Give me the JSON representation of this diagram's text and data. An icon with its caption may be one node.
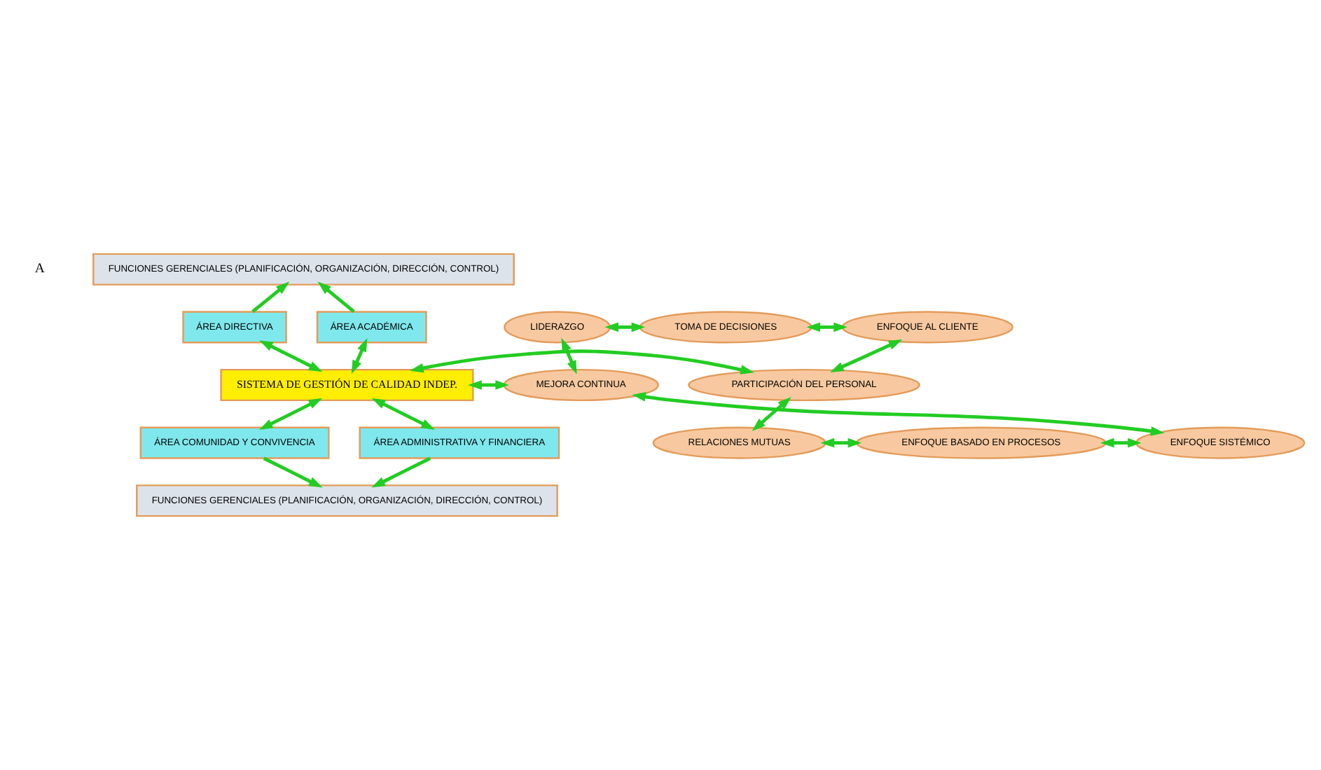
{
  "diagram": {
    "nodes": [
      {
        "text": [
          "LIDERAZGO"
        ]
      },
      {
        "text": [
          "TOMA DE DECISIONES"
        ]
      },
      {
        "text": [
          "ENFOQUE AL CLIENTE"
        ]
      },
      {
        "text": [
          "FUNCIONES GERENCIALES (PLANIFICACIÓN, ORGANIZACIÓN, DIRECCIÓN, CONTROL)"
        ]
      },
      {
        "text": [
          "ÁREA DIRECTIVA"
        ]
      },
      {
        "text": [
          "ÁREA ACADÉMICA"
        ]
      },
      {
        "text": [
          "MEJORA CONTINUA"
        ]
      },
      {
        "text": [
          "SISTEMA DE GESTIÓN DE CALIDAD INDEP."
        ]
      },
      {
        "text": [
          "PARTICIPACIÓN DEL PERSONAL"
        ]
      },
      {
        "text": [
          "ÁREA ADMINISTRATIVA Y FINANCIERA"
        ]
      },
      {
        "text": [
          "ÁREA COMUNIDAD Y CONVIVENCIA"
        ]
      },
      {
        "text": [
          "FUNCIONES GERENCIALES (PLANIFICACIÓN, ORGANIZACIÓN, DIRECCIÓN, CONTROL)"
        ]
      },
      {
        "text": [
          "ENFOQUE SISTÉMICO"
        ]
      },
      {
        "text": [
          "ENFOQUE BASADO EN PROCESOS"
        ]
      },
      {
        "text": [
          "RELACIONES MUTUAS"
        ]
      }
    ],
    "edges": [
      {
        "from": 0,
        "to": 1,
        "arrow": "both"
      },
      {
        "from": 1,
        "to": 2,
        "arrow": "both"
      },
      {
        "from": 2,
        "to": 8,
        "arrow": "both"
      },
      {
        "from": 8,
        "to": 14,
        "arrow": "both"
      },
      {
        "from": 14,
        "to": 13,
        "arrow": "both"
      },
      {
        "from": 13,
        "to": 12,
        "arrow": "both"
      },
      {
        "from": 12,
        "to": 6,
        "arrow": "both"
      },
      {
        "from": 6,
        "to": 0,
        "arrow": "both"
      },
      {
        "from": 7,
        "to": 6,
        "arrow": "both"
      },
      {
        "from": 7,
        "to": 4,
        "arrow": "both"
      },
      {
        "from": 7,
        "to": 9,
        "arrow": "both"
      },
      {
        "from": 7,
        "to": 8,
        "arrow": "both"
      },
      {
        "from": 7,
        "to": 5,
        "arrow": "both"
      },
      {
        "from": 7,
        "to": 10,
        "arrow": "both"
      },
      {
        "from": 4,
        "to": 3,
        "arrow": "to"
      },
      {
        "from": 5,
        "to": 3,
        "arrow": "to"
      },
      {
        "from": 9,
        "to": 11,
        "arrow": "to"
      },
      {
        "from": 10,
        "to": 11,
        "arrow": "to"
      }
    ],
    "labels": [
      "A"
    ]
  }
}
